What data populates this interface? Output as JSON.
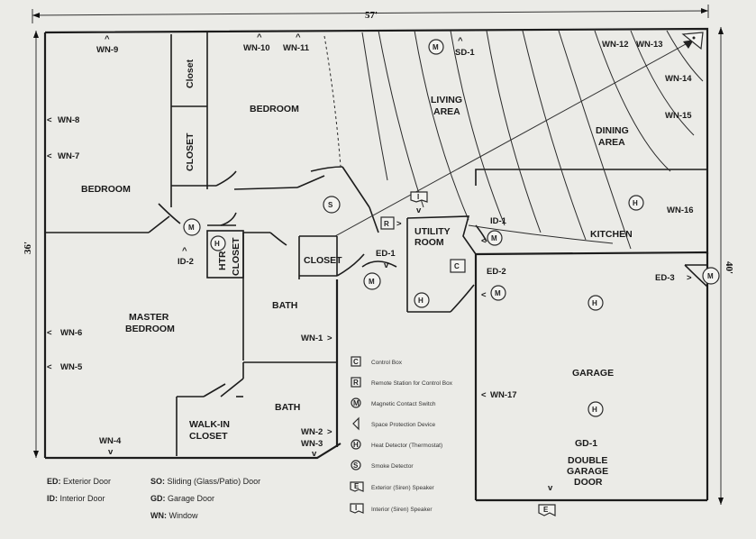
{
  "dimensions": {
    "top": "57'",
    "left": "36'",
    "right": "40'"
  },
  "rooms": {
    "bedroom_nw": "BEDROOM",
    "closet_top": "Closet",
    "closet_mid": "CLOSET",
    "bedroom_n": "BEDROOM",
    "living_l1": "LIVING",
    "living_l2": "AREA",
    "dining_l1": "DINING",
    "dining_l2": "AREA",
    "kitchen": "KITCHEN",
    "utility_l1": "UTILITY",
    "utility_l2": "ROOM",
    "htr": "HTR",
    "htr_closet": "CLOSET",
    "closet_hall": "CLOSET",
    "master_l1": "MASTER",
    "master_l2": "BEDROOM",
    "bath_1": "BATH",
    "bath_2": "BATH",
    "walkin_l1": "WALK-IN",
    "walkin_l2": "CLOSET",
    "garage": "GARAGE",
    "gd_label": "GD-1",
    "garage_door_l1": "DOUBLE",
    "garage_door_l2": "GARAGE",
    "garage_door_l3": "DOOR"
  },
  "windows": {
    "wn1": "WN-1",
    "wn2": "WN-2",
    "wn3": "WN-3",
    "wn4": "WN-4",
    "wn5": "WN-5",
    "wn6": "WN-6",
    "wn7": "WN-7",
    "wn8": "WN-8",
    "wn9": "WN-9",
    "wn10": "WN-10",
    "wn11": "WN-11",
    "wn12": "WN-12",
    "wn13": "WN-13",
    "wn14": "WN-14",
    "wn15": "WN-15",
    "wn16": "WN-16",
    "wn17": "WN-17"
  },
  "doors": {
    "ed1": "ED-1",
    "ed2": "ED-2",
    "ed3": "ED-3",
    "id1": "ID-1",
    "id2": "ID-2",
    "sd1": "SD-1"
  },
  "symbols": {
    "m": "M",
    "h": "H",
    "s": "S",
    "c": "C",
    "r": "R",
    "i": "I",
    "e": "E"
  },
  "legend_abbrev": [
    {
      "code": "ED:",
      "text": "Exterior Door"
    },
    {
      "code": "ID:",
      "text": "Interior Door"
    },
    {
      "code": "SO:",
      "text": "Sliding (Glass/Patio) Door"
    },
    {
      "code": "GD:",
      "text": "Garage Door"
    },
    {
      "code": "WN:",
      "text": "Window"
    }
  ],
  "legend_symbols": [
    {
      "symbol": "C",
      "text": "Control Box"
    },
    {
      "symbol": "R",
      "text": "Remote Station for Control Box"
    },
    {
      "symbol": "M",
      "text": "Magnetic Contact Switch"
    },
    {
      "symbol": "",
      "text": "Space Protection Device"
    },
    {
      "symbol": "H",
      "text": "Heat Detector (Thermostat)"
    },
    {
      "symbol": "S",
      "text": "Smoke Detector"
    },
    {
      "symbol": "E",
      "text": "Exterior (Siren) Speaker"
    },
    {
      "symbol": "I",
      "text": "Interior (Siren) Speaker"
    }
  ]
}
